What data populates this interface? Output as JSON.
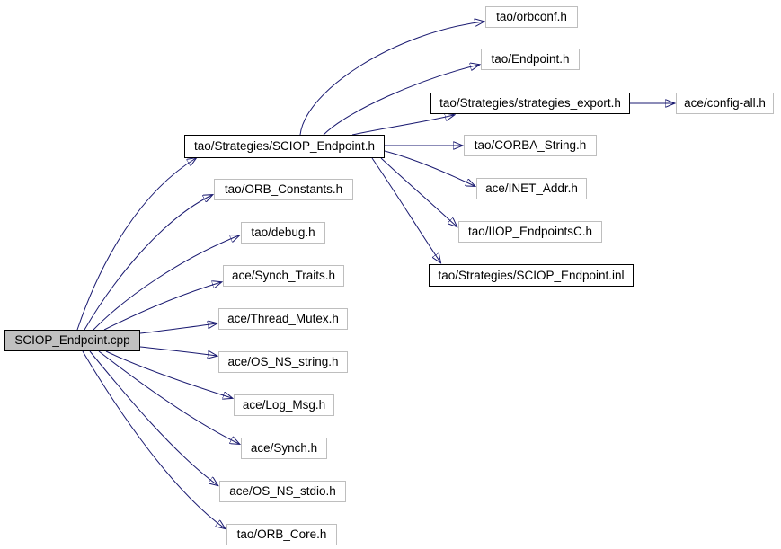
{
  "diagram": {
    "type": "include-dependency-graph",
    "colors": {
      "edge": "#191970",
      "node_fill": "#ffffff",
      "node_border_plain": "#bebebe",
      "node_border_linked": "#000000",
      "root_fill": "#c0c0c0"
    },
    "nodes": [
      {
        "id": "sciop-endpoint-cpp",
        "label": "SCIOP_Endpoint.cpp",
        "style": "root"
      },
      {
        "id": "sciop-endpoint-h",
        "label": "tao/Strategies/SCIOP_Endpoint.h",
        "style": "linked"
      },
      {
        "id": "orbconf-h",
        "label": "tao/orbconf.h",
        "style": "plain"
      },
      {
        "id": "endpoint-h",
        "label": "tao/Endpoint.h",
        "style": "plain"
      },
      {
        "id": "strategies-export-h",
        "label": "tao/Strategies/strategies_export.h",
        "style": "linked"
      },
      {
        "id": "config-all-h",
        "label": "ace/config-all.h",
        "style": "plain"
      },
      {
        "id": "corba-string-h",
        "label": "tao/CORBA_String.h",
        "style": "plain"
      },
      {
        "id": "inet-addr-h",
        "label": "ace/INET_Addr.h",
        "style": "plain"
      },
      {
        "id": "iiop-endpointsc-h",
        "label": "tao/IIOP_EndpointsC.h",
        "style": "plain"
      },
      {
        "id": "sciop-endpoint-inl",
        "label": "tao/Strategies/SCIOP_Endpoint.inl",
        "style": "linked"
      },
      {
        "id": "orb-constants-h",
        "label": "tao/ORB_Constants.h",
        "style": "plain"
      },
      {
        "id": "debug-h",
        "label": "tao/debug.h",
        "style": "plain"
      },
      {
        "id": "synch-traits-h",
        "label": "ace/Synch_Traits.h",
        "style": "plain"
      },
      {
        "id": "thread-mutex-h",
        "label": "ace/Thread_Mutex.h",
        "style": "plain"
      },
      {
        "id": "os-ns-string-h",
        "label": "ace/OS_NS_string.h",
        "style": "plain"
      },
      {
        "id": "log-msg-h",
        "label": "ace/Log_Msg.h",
        "style": "plain"
      },
      {
        "id": "synch-h",
        "label": "ace/Synch.h",
        "style": "plain"
      },
      {
        "id": "os-ns-stdio-h",
        "label": "ace/OS_NS_stdio.h",
        "style": "plain"
      },
      {
        "id": "orb-core-h",
        "label": "tao/ORB_Core.h",
        "style": "plain"
      }
    ],
    "edges": [
      {
        "from": "SCIOP_Endpoint.cpp",
        "to": "tao/Strategies/SCIOP_Endpoint.h"
      },
      {
        "from": "SCIOP_Endpoint.cpp",
        "to": "tao/ORB_Constants.h"
      },
      {
        "from": "SCIOP_Endpoint.cpp",
        "to": "tao/debug.h"
      },
      {
        "from": "SCIOP_Endpoint.cpp",
        "to": "ace/Synch_Traits.h"
      },
      {
        "from": "SCIOP_Endpoint.cpp",
        "to": "ace/Thread_Mutex.h"
      },
      {
        "from": "SCIOP_Endpoint.cpp",
        "to": "ace/OS_NS_string.h"
      },
      {
        "from": "SCIOP_Endpoint.cpp",
        "to": "ace/Log_Msg.h"
      },
      {
        "from": "SCIOP_Endpoint.cpp",
        "to": "ace/Synch.h"
      },
      {
        "from": "SCIOP_Endpoint.cpp",
        "to": "ace/OS_NS_stdio.h"
      },
      {
        "from": "SCIOP_Endpoint.cpp",
        "to": "tao/ORB_Core.h"
      },
      {
        "from": "tao/Strategies/SCIOP_Endpoint.h",
        "to": "tao/orbconf.h"
      },
      {
        "from": "tao/Strategies/SCIOP_Endpoint.h",
        "to": "tao/Endpoint.h"
      },
      {
        "from": "tao/Strategies/SCIOP_Endpoint.h",
        "to": "tao/Strategies/strategies_export.h"
      },
      {
        "from": "tao/Strategies/SCIOP_Endpoint.h",
        "to": "tao/CORBA_String.h"
      },
      {
        "from": "tao/Strategies/SCIOP_Endpoint.h",
        "to": "ace/INET_Addr.h"
      },
      {
        "from": "tao/Strategies/SCIOP_Endpoint.h",
        "to": "tao/IIOP_EndpointsC.h"
      },
      {
        "from": "tao/Strategies/SCIOP_Endpoint.h",
        "to": "tao/Strategies/SCIOP_Endpoint.inl"
      },
      {
        "from": "tao/Strategies/strategies_export.h",
        "to": "ace/config-all.h"
      }
    ]
  }
}
